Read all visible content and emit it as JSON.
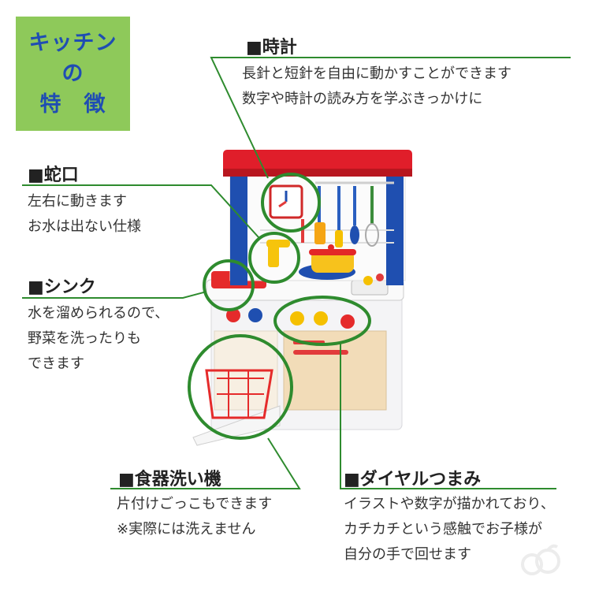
{
  "badge": {
    "line1": "キッチン",
    "line2": "の",
    "line3": "特　徴"
  },
  "features": {
    "clock": {
      "title": "■時計",
      "lines": [
        "長針と短針を自由に動かすことができます",
        "数字や時計の読み方を学ぶきっかけに"
      ]
    },
    "faucet": {
      "title": "■蛇口",
      "lines": [
        "左右に動きます",
        "お水は出ない仕様"
      ]
    },
    "sink": {
      "title": "■シンク",
      "lines": [
        "水を溜められるので、",
        "野菜を洗ったりも",
        "できます"
      ]
    },
    "dishwasher": {
      "title": "■食器洗い機",
      "lines": [
        "片付けごっこもできます",
        "※実際には洗えません"
      ]
    },
    "dials": {
      "title": "■ダイヤルつまみ",
      "lines": [
        "イラストや数字が描かれており、",
        "カチカチという感触でお子様が",
        "自分の手で回せます"
      ]
    }
  },
  "colors": {
    "accent_green": "#2e8b2e",
    "badge_bg": "#8ec95a",
    "badge_text": "#1f4db3"
  }
}
